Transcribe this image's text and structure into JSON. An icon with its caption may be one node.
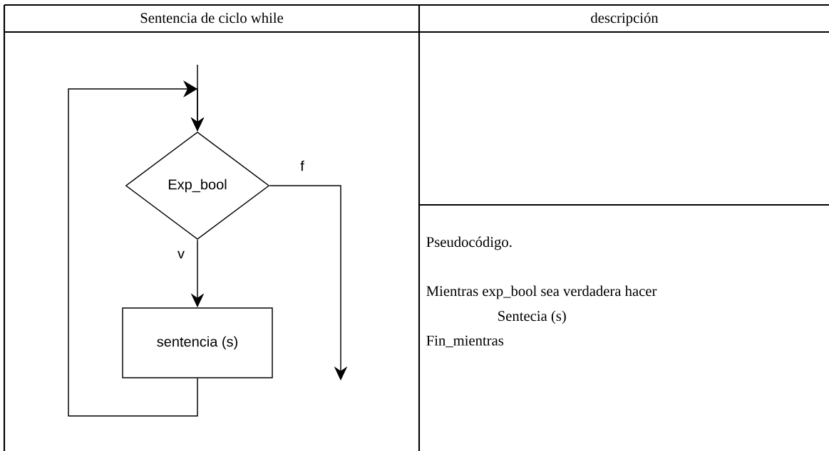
{
  "diagram": {
    "nodes": [
      {
        "text": [
          "Exp_bool"
        ]
      },
      {
        "text": [
          "sentencia (s)"
        ]
      }
    ],
    "edges": [
      {
        "from": null,
        "to": 0,
        "arrow": "to"
      },
      {
        "from": 1,
        "to": 0,
        "arrow": "to"
      },
      {
        "from": 0,
        "to": 1,
        "arrow": "to",
        "label": "v"
      },
      {
        "from": 0,
        "to": null,
        "arrow": "to",
        "label": "f"
      }
    ],
    "labels": [
      "Sentencia de ciclo while",
      "descripción",
      "Pseudocódigo.",
      "Mientras exp_bool sea verdadera hacer",
      "Sentecia (s)",
      "Fin_mientras"
    ]
  }
}
